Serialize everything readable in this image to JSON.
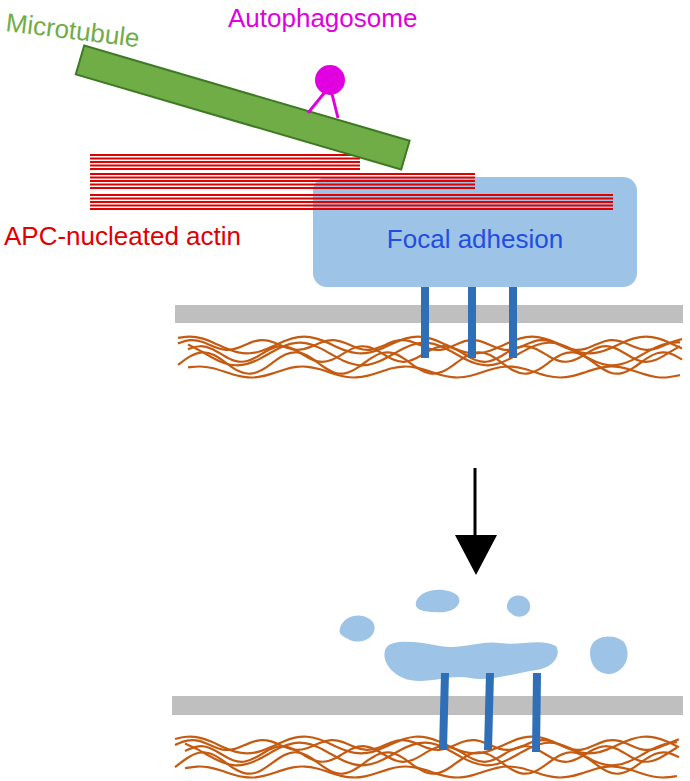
{
  "diagram": {
    "nodes": [
      {
        "text": [
          "Focal adhesion"
        ]
      }
    ],
    "labels": [
      "Microtubule",
      "Autophagosome",
      "APC-nucleated actin"
    ]
  }
}
